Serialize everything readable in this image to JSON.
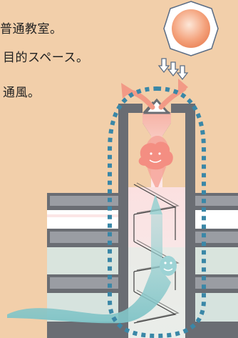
{
  "text": {
    "line1": "普通教室。",
    "line2": "目的スペース。",
    "line3": "通風。"
  },
  "colors": {
    "background": "#f2cfaa",
    "wall": "#6a6d73",
    "sun": "#ef8e63",
    "warm_air": "#f29a86",
    "cool_air": "#7fc3c6",
    "dotted_outline": "#3a87a7"
  },
  "icons": [
    "sun-icon",
    "down-arrow-icon",
    "character-face-icon",
    "stairs-icon"
  ]
}
